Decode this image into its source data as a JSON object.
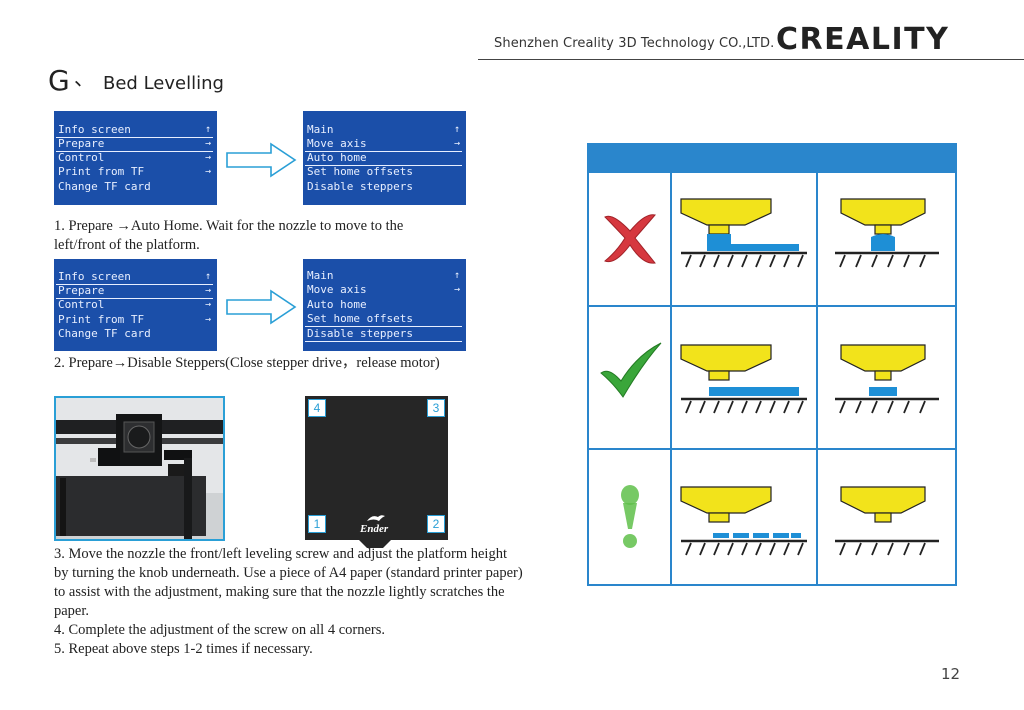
{
  "header": {
    "company": "Shenzhen Creality 3D Technology CO.,LTD.",
    "logo": "CREALITY"
  },
  "section": {
    "letter": "G",
    "mark": "、",
    "title": "Bed Levelling"
  },
  "menus": {
    "main_menu": [
      {
        "label": "Info screen",
        "arrow": "↑"
      },
      {
        "label": "Prepare",
        "arrow": "→"
      },
      {
        "label": "Control",
        "arrow": "→"
      },
      {
        "label": "Print from TF",
        "arrow": "→"
      },
      {
        "label": "Change TF card",
        "arrow": ""
      }
    ],
    "prepare_menu": [
      {
        "label": "Main",
        "arrow": "↑"
      },
      {
        "label": "Move axis",
        "arrow": "→"
      },
      {
        "label": "Auto home",
        "arrow": ""
      },
      {
        "label": "Set home offsets",
        "arrow": ""
      },
      {
        "label": "Disable steppers",
        "arrow": ""
      }
    ]
  },
  "steps": {
    "step1": "1. Prepare →Auto Home. Wait for the nozzle to move to the left/front of the platform.",
    "step2": "2. Prepare→Disable Steppers(Close stepper drive，release motor)",
    "step3": "3. Move the nozzle the front/left leveling screw and adjust the platform height by turning the knob underneath. Use a piece of A4 paper (standard printer paper) to assist with the adjustment, making sure that the nozzle lightly scratches the paper.",
    "step4": "4. Complete the adjustment of the screw on all 4 corners.",
    "step5": "5. Repeat above steps 1-2 times if necessary."
  },
  "bed": {
    "corners": [
      "4",
      "3",
      "1",
      "2"
    ],
    "brand": "Ender"
  },
  "colors": {
    "lcd_blue": "#1b4fa9",
    "accent_blue": "#2a86cc",
    "nozzle_yellow": "#f2e31b",
    "filament_blue": "#1e8fd6",
    "cross_red": "#d6383f",
    "check_green": "#3aa63a"
  },
  "icons": [
    "cross-icon",
    "check-icon",
    "exclamation-icon"
  ],
  "page_number": "12"
}
